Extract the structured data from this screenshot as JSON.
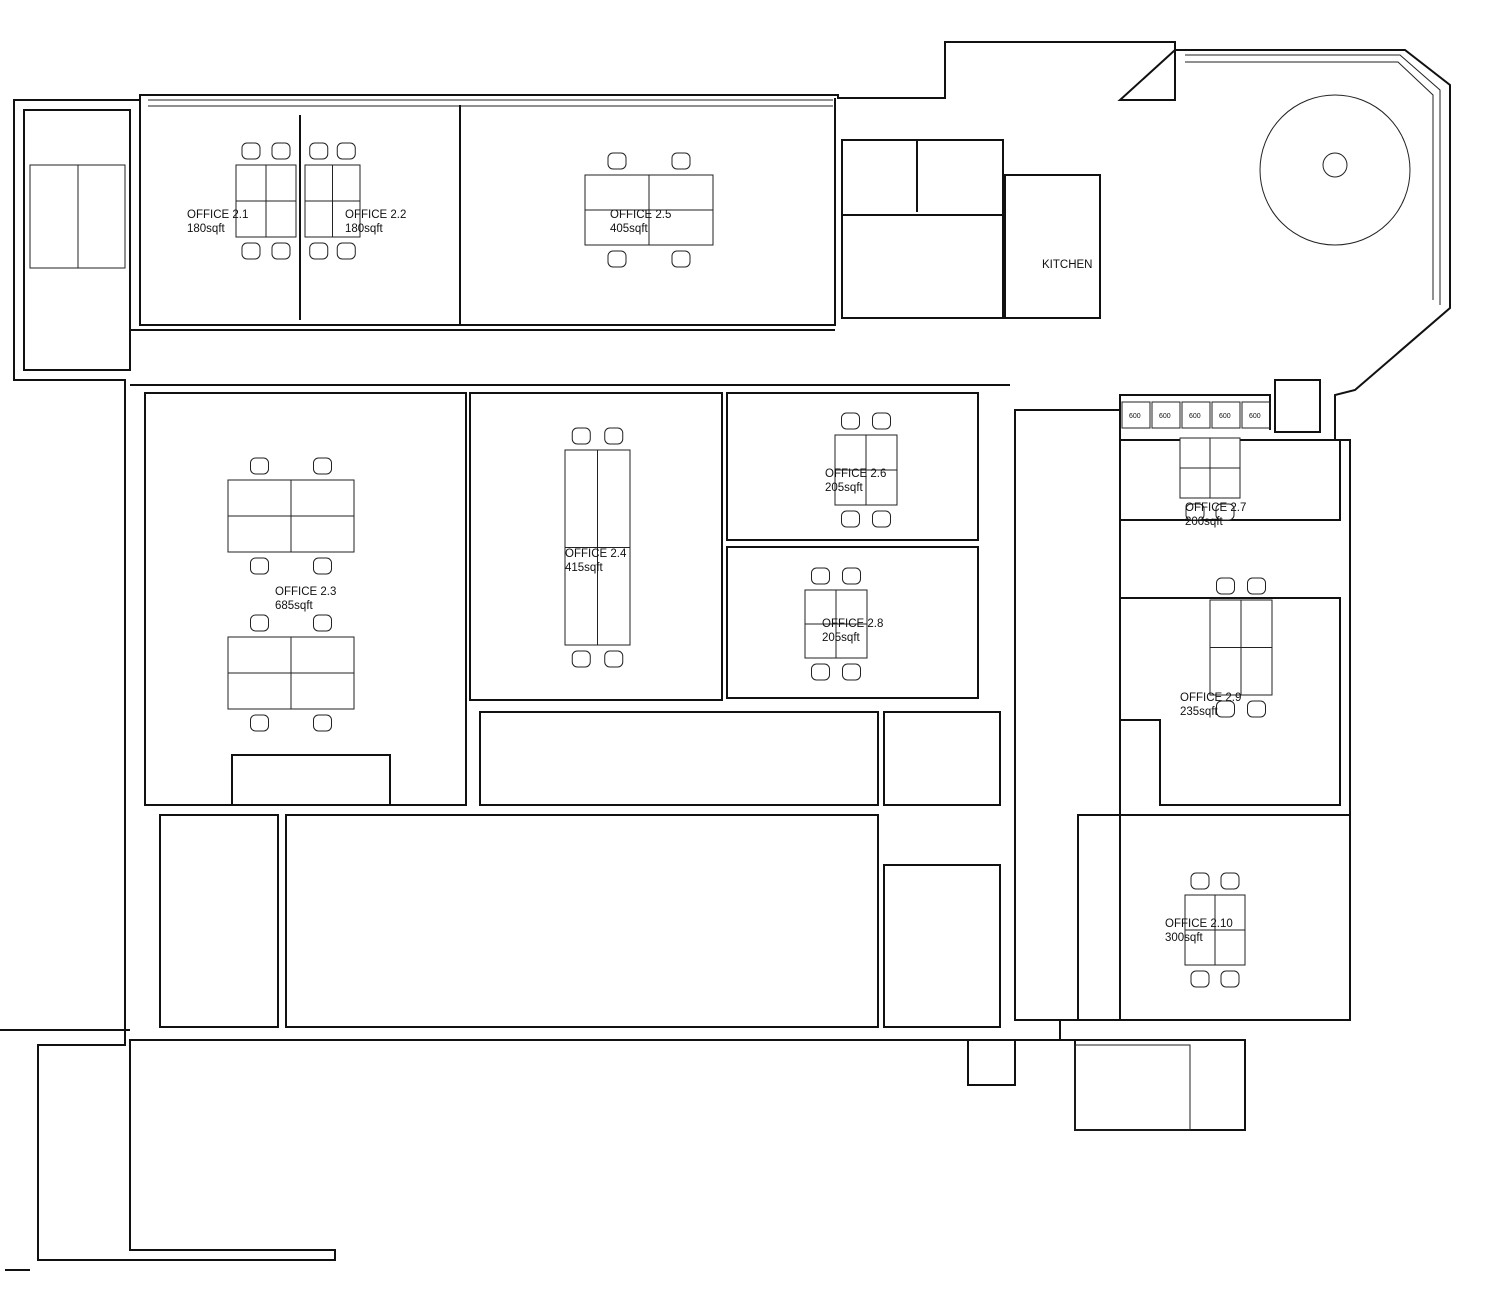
{
  "plan": {
    "rooms": [
      {
        "id": "2.1",
        "name": "OFFICE 2.1",
        "area": "180sqft"
      },
      {
        "id": "2.2",
        "name": "OFFICE 2.2",
        "area": "180sqft"
      },
      {
        "id": "2.5",
        "name": "OFFICE 2.5",
        "area": "405sqft"
      },
      {
        "id": "2.3",
        "name": "OFFICE 2.3",
        "area": "685sqft"
      },
      {
        "id": "2.4",
        "name": "OFFICE 2.4",
        "area": "415sqft"
      },
      {
        "id": "2.6",
        "name": "OFFICE 2.6",
        "area": "205sqft"
      },
      {
        "id": "2.8",
        "name": "OFFICE 2.8",
        "area": "205sqft"
      },
      {
        "id": "2.7",
        "name": "OFFICE 2.7",
        "area": "200sqft"
      },
      {
        "id": "2.9",
        "name": "OFFICE 2.9",
        "area": "235sqft"
      },
      {
        "id": "2.10",
        "name": "OFFICE 2.10",
        "area": "300sqft"
      }
    ],
    "kitchen": "KITCHEN",
    "kitchen_units": [
      "600",
      "600",
      "600",
      "600",
      "600"
    ]
  }
}
